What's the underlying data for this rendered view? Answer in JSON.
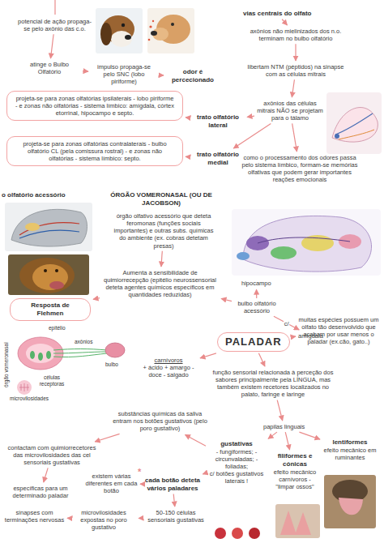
{
  "diagram": {
    "nodes": [
      {
        "text": [
          "potencial de ação propaga-se pelo axônio das c.o."
        ]
      },
      {
        "text": [
          "atinge o Bulbo Olfatório"
        ]
      },
      {
        "text": [
          "impulso propaga-se pelo SNC (lobo piriforme)"
        ]
      },
      {
        "text": [
          "odor é percecionado"
        ]
      },
      {
        "text": [
          "vias centrais do olfato"
        ]
      },
      {
        "text": [
          "axônios não mielinizados dos n.o. terminam no bulbo olfatório"
        ]
      },
      {
        "text": [
          "libertam NTM (péptidos) na sinapse com as células mitrais"
        ]
      },
      {
        "text": [
          "axônios das células mitrais NÃO se projetam para o tálamo"
        ]
      },
      {
        "text": [
          "trato olfatório lateral"
        ]
      },
      {
        "text": [
          "projeta-se para zonas olfatórias ipsilaterais - lobo piriforme - e zonas não olfatórias - sistema límbico: amígdala, córtex etorrinal, hipocampo e septo."
        ]
      },
      {
        "text": [
          "trato olfatório medial"
        ]
      },
      {
        "text": [
          "projeta-se para zonas olfatórias contralaterais - bulbo olfatório CL (pela comissura rostral) - e zonas não olfatórias - sistema límbico: septo."
        ]
      },
      {
        "text": [
          "como o processamento dos odores passa pelo sistema límbico, formam-se memórias olfativas que podem gerar importantes reações emocionais"
        ]
      },
      {
        "text": [
          "ÓRGÃO VOMERONASAL (OU DE JACOBSON)"
        ]
      },
      {
        "text": [
          "órgão olfativo acessório que deteta feromonas (funções sociais importantes) e outras subs. químicas do ambiente (ex. cobras detetam presas)"
        ]
      },
      {
        "text": [
          "Aumenta a sensibilidade de quimiorrecepção (epitélio neurossensorial deteta agentes químicos específicos em quantidades reduzidas)"
        ]
      },
      {
        "text": [
          "Resposta de Flehmen"
        ]
      },
      {
        "text": [
          "hipocampo"
        ]
      },
      {
        "text": [
          "bulbo olfatório acessório"
        ]
      },
      {
        "text": [
          "amígdala"
        ]
      },
      {
        "text": [
          "carnívoros",
          "+ ácido + amargo - doce - salgado"
        ]
      },
      {
        "text": [
          "PALADAR"
        ]
      },
      {
        "text": [
          "muitas espécies possuem um olfato tão desenvolvido que acabam por usar menos o paladar (ex.cão, gato..)"
        ]
      },
      {
        "text": [
          "função sensorial relacionada à perceção dos sabores principalmente pela LÍNGUA, mas também existem recetores localizados no palato, faringe e laringe"
        ]
      },
      {
        "text": [
          "papilas linguais"
        ]
      },
      {
        "text": [
          "gustativas",
          "- fungiformes; - circunvaladas; - foliadas;",
          "c/ botões gustativos laterais !"
        ]
      },
      {
        "text": [
          "filiformes e cónicas",
          "efeito mecânico carnívoros - \"limpar ossos\""
        ]
      },
      {
        "text": [
          "lentiformes",
          "efeito mecânico em ruminantes"
        ]
      },
      {
        "text": [
          "substâncias químicas da saliva entram nos botões gustativos (pelo poro gustativo)"
        ]
      },
      {
        "text": [
          "contactam com quimiorrecetores das microvilosidades das cel sensoriais gustativas"
        ]
      },
      {
        "text": [
          "específicas para um determinado paladar"
        ]
      },
      {
        "text": [
          "existem várias diferentes em cada botão"
        ]
      },
      {
        "text": [
          "cada botão deteta vários paladares"
        ]
      },
      {
        "text": [
          "sinapses com terminações nervosas"
        ]
      },
      {
        "text": [
          "microvilosidades expostas no poro gustativo"
        ]
      },
      {
        "text": [
          "50-150 células sensoriais gustativas"
        ]
      }
    ],
    "edges": [
      {
        "from": 0,
        "to": 1,
        "arrow": "to"
      },
      {
        "from": 1,
        "to": 2,
        "arrow": "to"
      },
      {
        "from": 2,
        "to": 3,
        "arrow": "to"
      },
      {
        "from": 4,
        "to": 5,
        "arrow": "to"
      },
      {
        "from": 5,
        "to": 6,
        "arrow": "to"
      },
      {
        "from": 6,
        "to": 7,
        "arrow": "to"
      },
      {
        "from": 7,
        "to": 8,
        "arrow": "to"
      },
      {
        "from": 7,
        "to": 10,
        "arrow": "to"
      },
      {
        "from": 8,
        "to": 9,
        "arrow": "to"
      },
      {
        "from": 10,
        "to": 11,
        "arrow": "to"
      },
      {
        "from": 7,
        "to": 12,
        "arrow": "to"
      },
      {
        "from": 14,
        "to": 15,
        "arrow": "to"
      },
      {
        "from": 15,
        "to": 16,
        "arrow": "to"
      },
      {
        "from": 18,
        "to": 15,
        "arrow": "to"
      },
      {
        "from": 18,
        "to": 17,
        "arrow": "to"
      },
      {
        "from": 18,
        "to": 19,
        "label": "c/",
        "arrow": "to"
      },
      {
        "from": 21,
        "to": 20,
        "arrow": "to"
      },
      {
        "from": 21,
        "to": 22,
        "arrow": "to"
      },
      {
        "from": 21,
        "to": 23,
        "arrow": "to"
      },
      {
        "from": 23,
        "to": 24,
        "arrow": "to"
      },
      {
        "from": 24,
        "to": 25,
        "arrow": "to"
      },
      {
        "from": 24,
        "to": 26,
        "arrow": "to"
      },
      {
        "from": 24,
        "to": 27,
        "arrow": "to"
      },
      {
        "from": 25,
        "to": 28,
        "arrow": "to"
      },
      {
        "from": 28,
        "to": 29,
        "arrow": "to"
      },
      {
        "from": 29,
        "to": 30,
        "arrow": "to"
      },
      {
        "from": 25,
        "to": 32,
        "arrow": "to"
      },
      {
        "from": 32,
        "to": 31,
        "arrow": "to"
      },
      {
        "from": 32,
        "to": 35,
        "arrow": "to"
      },
      {
        "from": 35,
        "to": 34,
        "arrow": "to"
      },
      {
        "from": 34,
        "to": 33,
        "arrow": "to"
      }
    ],
    "labels": [
      "o olfatório acessório",
      "epitélio",
      "axônios",
      "bulbo",
      "órgão vomeronasal",
      "células receptoras",
      "microvilosidades",
      "*"
    ]
  }
}
